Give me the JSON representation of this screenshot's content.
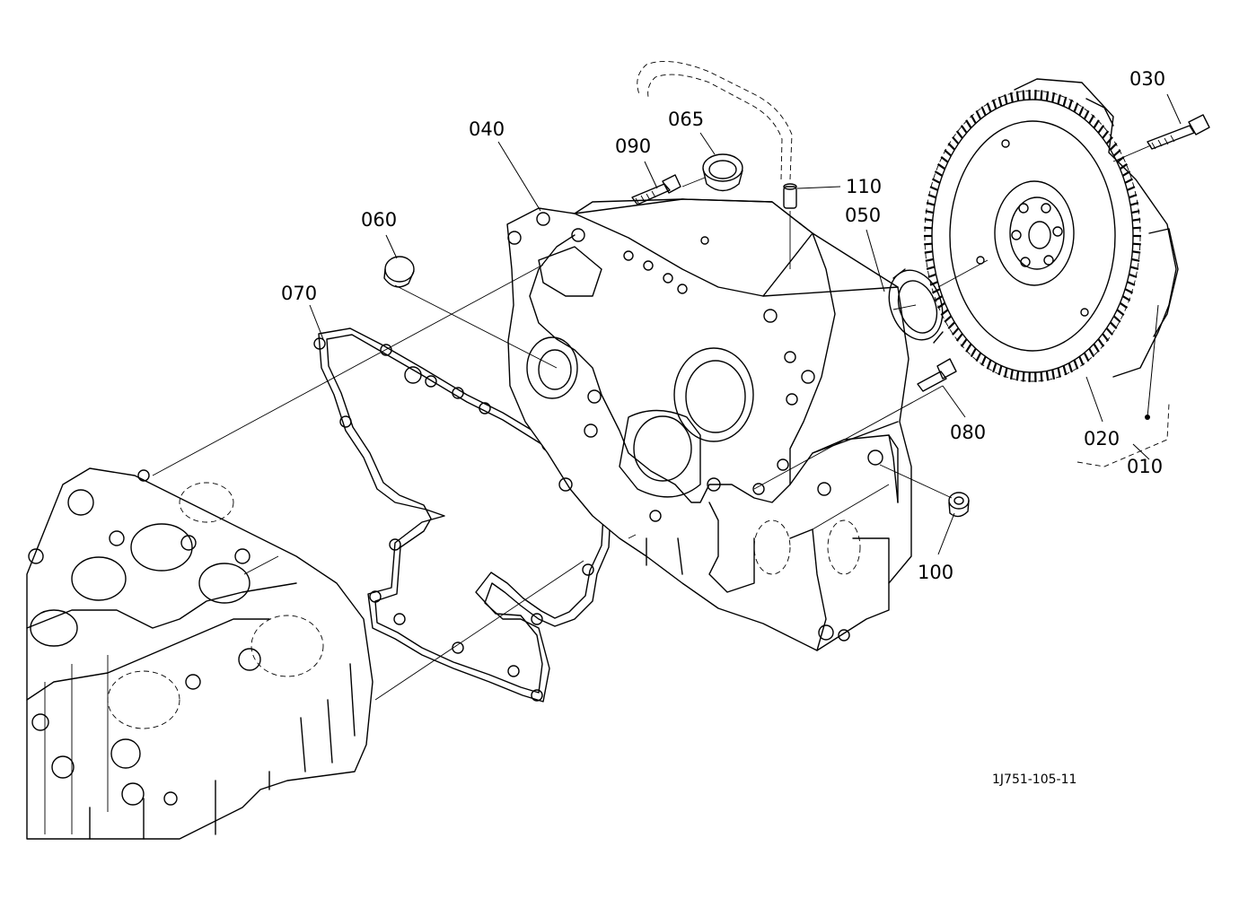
{
  "labels": {
    "p010": "010",
    "p020": "020",
    "p030": "030",
    "p040": "040",
    "p050": "050",
    "p060": "060",
    "p065": "065",
    "p070": "070",
    "p080": "080",
    "p090": "090",
    "p100": "100",
    "p110": "110"
  },
  "drawing_code": "1J751-105-11"
}
